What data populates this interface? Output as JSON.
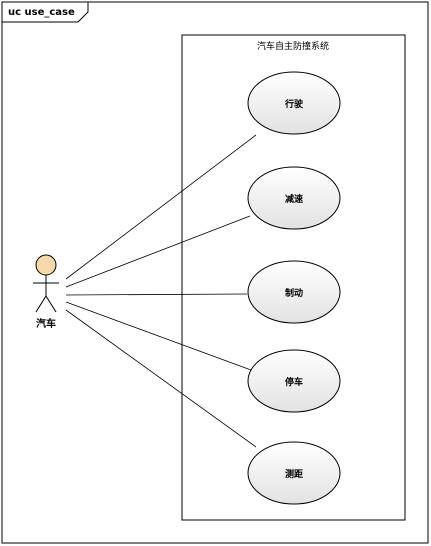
{
  "frame": {
    "label": "uc use_case"
  },
  "system": {
    "title": "汽车自主防撞系统"
  },
  "actor": {
    "name": "汽车"
  },
  "use_cases": [
    {
      "label": "行驶"
    },
    {
      "label": "减速"
    },
    {
      "label": "制动"
    },
    {
      "label": "停车"
    },
    {
      "label": "测距"
    }
  ],
  "colors": {
    "actor_head": "#f5d9a8",
    "use_case_fill_top": "#ffffff",
    "use_case_fill_bottom": "#e2e2e2",
    "stroke": "#000000"
  }
}
